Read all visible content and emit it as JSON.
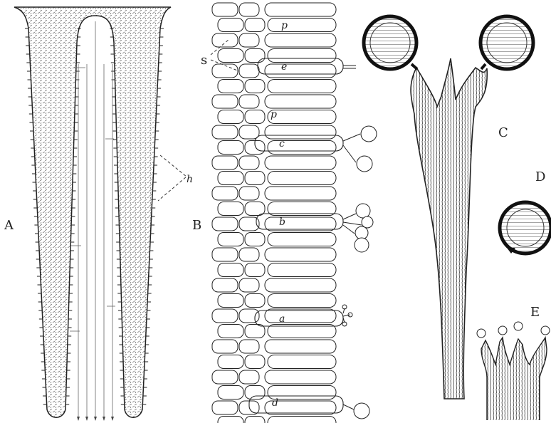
{
  "figure": {
    "panels": [
      {
        "id": "A",
        "label": "A",
        "annotation": "h"
      },
      {
        "id": "B",
        "label": "B",
        "annotations": [
          "s",
          "p",
          "e",
          "p",
          "c",
          "b",
          "a",
          "d"
        ]
      },
      {
        "id": "C",
        "label": "C"
      },
      {
        "id": "D",
        "label": "D"
      },
      {
        "id": "E",
        "label": "E"
      }
    ]
  },
  "colors": {
    "ink": "#222222",
    "paper": "#ffffff",
    "stipple": "#555555"
  }
}
